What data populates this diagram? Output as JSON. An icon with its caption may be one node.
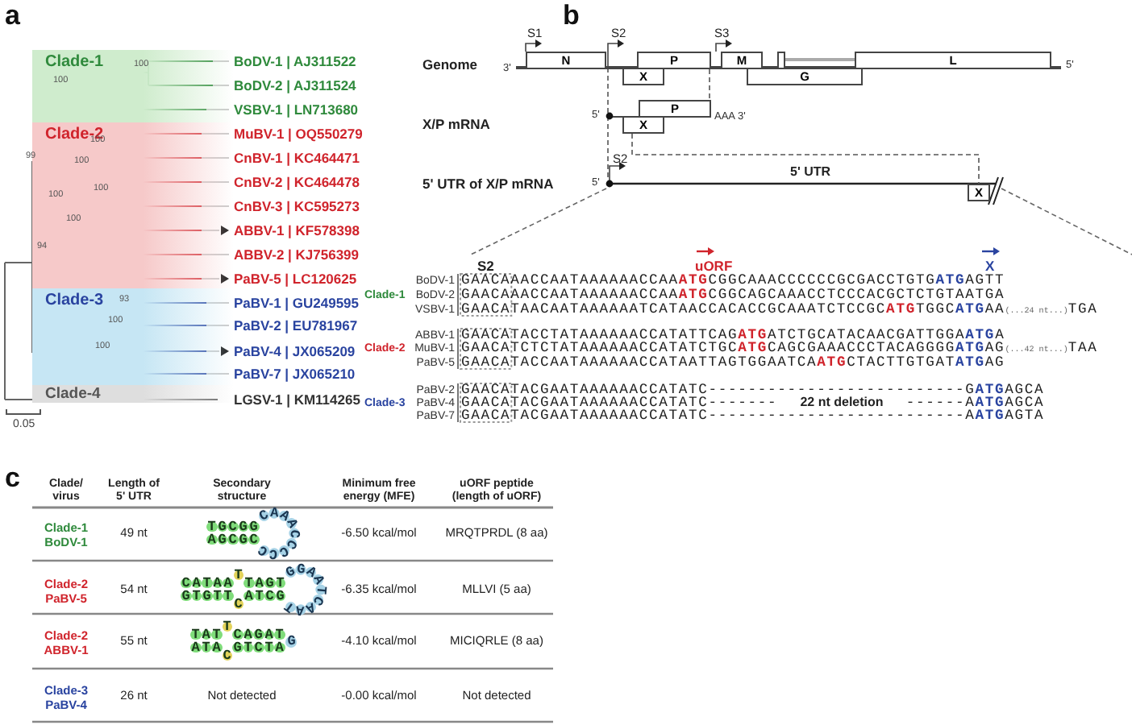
{
  "diagram": {
    "nodes": [
      {
        "text": [
          "Clade-1"
        ]
      },
      {
        "text": [
          "Clade-2"
        ]
      },
      {
        "text": [
          "Clade-3"
        ]
      },
      {
        "text": [
          "Clade-4"
        ]
      },
      {
        "text": [
          "N"
        ]
      },
      {
        "text": [
          "P"
        ]
      },
      {
        "text": [
          "M"
        ]
      },
      {
        "text": [],
        "shape": "box"
      },
      {
        "text": [
          "L"
        ]
      },
      {
        "text": [
          "X"
        ]
      },
      {
        "text": [
          "G"
        ]
      },
      {
        "text": [
          "P"
        ]
      },
      {
        "text": [
          "X"
        ]
      },
      {
        "text": [
          "X"
        ]
      },
      {
        "text": [],
        "shape": "bar"
      },
      {
        "text": [],
        "shape": "bar"
      },
      {
        "text": [],
        "shape": "bar"
      }
    ],
    "edges": [
      {
        "from": 5,
        "to": 11,
        "arrow": "none",
        "style": "dashed"
      },
      {
        "from": 12,
        "to": 13,
        "arrow": "none",
        "style": "dashed"
      }
    ],
    "labels": [
      "a",
      "b",
      "BoDV-1 | AJ311522",
      "BoDV-2 | AJ311524",
      "VSBV-1 | LN713680",
      "MuBV-1 | OQ550279",
      "CnBV-1 | KC464471",
      "CnBV-2 | KC464478",
      "CnBV-3 | KC595273",
      "ABBV-1 | KF578398",
      "ABBV-2 | KJ756399",
      "PaBV-5 | LC120625",
      "PaBV-1 | GU249595",
      "PaBV-2 | EU781967",
      "PaBV-4 | JX065209",
      "PaBV-7 | JX065210",
      "LGSV-1 | KM114265",
      "100",
      "100",
      "99",
      "100",
      "100",
      "100",
      "100",
      "100",
      "94",
      "93",
      "100",
      "100",
      "0.05",
      "S1",
      "S2",
      "S3",
      "Genome",
      "3'",
      "5'",
      "X/P mRNA",
      "5'",
      "AAA 3'",
      "S2",
      "5' UTR of X/P mRNA",
      "5'",
      "5' UTR",
      "S2",
      "uORF",
      "X",
      "BoDV-1",
      "GAACAAACCAATAAAAAACCAAATGCGGCAAACCCCCCGCGACCTGTGATGAGTT",
      "Clade-1",
      "BoDV-2",
      "GAACAAACCAATAAAAAACCAAATGCGGCAGCAAACCTCCCACGCTCTGTAATGA",
      "VSBV-1",
      "GAACATAACAATAAAAAATCATAACCACACCGCAAATCTCCGCATGTGGCATGAA(...24 nt...)TGA",
      "ABBV-1",
      "GAACATACCTATAAAAAACCATATTCAGATGATCTGCATACAACGATTGGAATGA",
      "Clade-2",
      "MuBV-1",
      "GAACATCTCTATAAAAAACCATATCTGCATGCAGCGAAACCCTACAGGGGATGAG(...42 nt...)TAA",
      "PaBV-5",
      "GAACATACCAATAAAAAACCATAATTAGTGGAATCAATGCTACTTGTGATATGAG",
      "PaBV-2",
      "GAACATACGAATAAAAAACCATATC--------------------------GATGAGCA",
      "Clade-3",
      "PaBV-4",
      "GAACATACGAATAAAAAACCATATC-------",
      "22 nt deletion",
      "------AATGAGCA",
      "PaBV-7",
      "GAACATACGAATAAAAAACCATATC--------------------------AATGAGTA",
      "c",
      "Clade/ virus",
      "Length of 5' UTR",
      "Secondary structure",
      "Minimum free energy (MFE)",
      "uORF peptide (length of uORF)",
      "Clade-1 BoDV-1",
      "49 nt",
      "TGCGG",
      "CAAACCCCC",
      "AGCGC",
      "-6.50 kcal/mol",
      "MRQTPRDL (8 aa)",
      "Clade-2 PaBV-5",
      "54 nt",
      "CATAATTAGT",
      "GGAATCAAT",
      "GTGTTCATCG",
      "-6.35 kcal/mol",
      "MLLVI (5 aa)",
      "Clade-2 ABBV-1",
      "55 nt",
      "TATTCAGAT",
      "G",
      "ATACGTCTA",
      "-4.10 kcal/mol",
      "MICIQRLE (8 aa)",
      "Clade-3 PaBV-4",
      "26 nt",
      "Not detected",
      "-0.00 kcal/mol",
      "Not detected"
    ]
  }
}
